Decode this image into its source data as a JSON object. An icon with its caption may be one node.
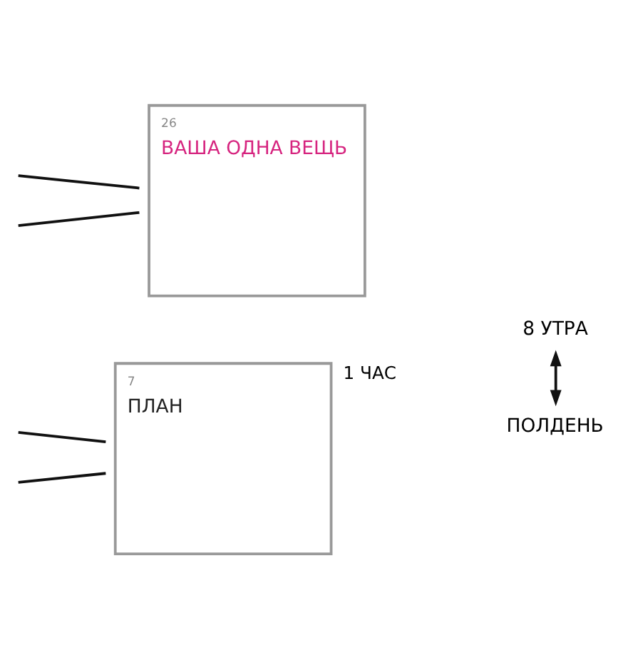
{
  "diagram": {
    "nodes": [
      {
        "text": [
          "7",
          "ПЛАН"
        ],
        "beside": [
          "1 ЧАС"
        ]
      },
      {
        "text": [
          "26",
          "ВАША ОДНА ВЕЩЬ"
        ]
      },
      {
        "text": [
          "8 УТРА"
        ]
      },
      {
        "text": [
          "ПОЛДЕНЬ"
        ]
      }
    ],
    "edges": [
      {
        "from": null,
        "to": 0,
        "arrow": "none"
      },
      {
        "from": null,
        "to": 0,
        "arrow": "none"
      },
      {
        "from": null,
        "to": 1,
        "arrow": "none"
      },
      {
        "from": null,
        "to": 1,
        "arrow": "none"
      },
      {
        "from": 2,
        "to": 3,
        "arrow": "both"
      }
    ]
  }
}
